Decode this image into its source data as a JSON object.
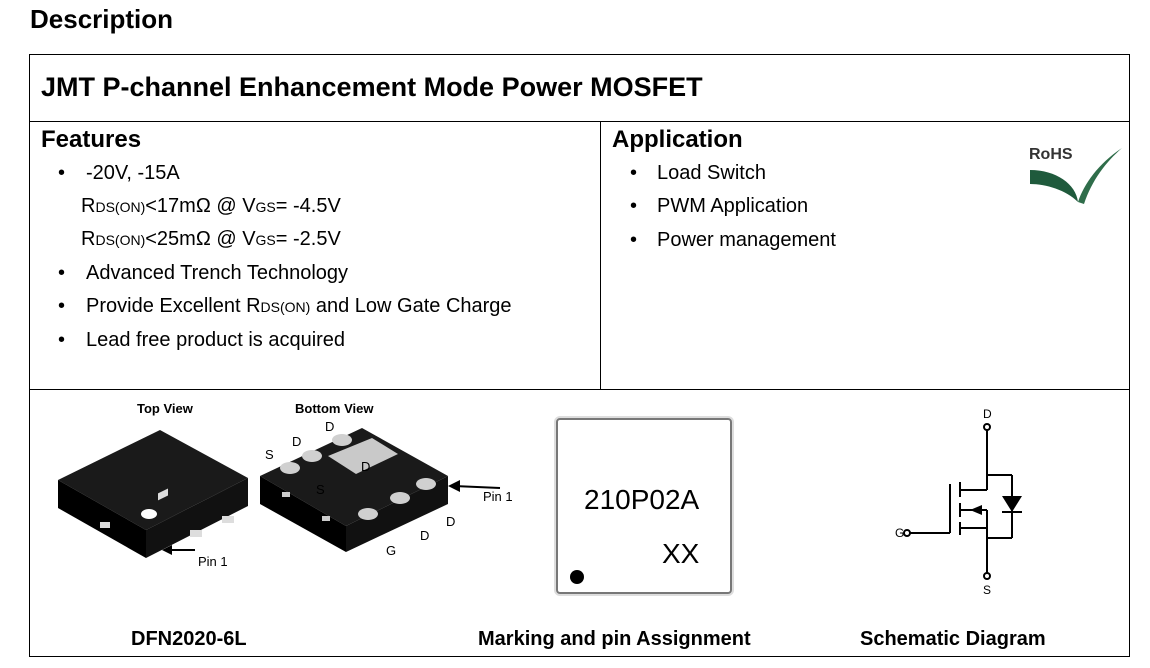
{
  "heading": "Description",
  "title": "JMT P-channel Enhancement Mode Power MOSFET",
  "features": {
    "title": "Features",
    "ratings": "-20V, -15A",
    "rds1": {
      "r": "R",
      "sub_ds": "DS(ON)",
      "mid": "<17mΩ @ V",
      "sub_gs": "GS",
      "val": "= -4.5V"
    },
    "rds2": {
      "r": "R",
      "sub_ds": "DS(ON)",
      "mid": "<25mΩ @ V",
      "sub_gs": "GS",
      "val": "= -2.5V"
    },
    "item2": "Advanced Trench Technology",
    "item3": {
      "pre": "Provide Excellent R",
      "sub": "DS(ON)",
      "post": " and Low Gate Charge"
    },
    "item4": "Lead free product is acquired"
  },
  "application": {
    "title": "Application",
    "items": [
      "Load Switch",
      "PWM Application",
      "Power management"
    ],
    "rohs": "RoHS"
  },
  "package": {
    "top_view": "Top View",
    "bottom_view": "Bottom View",
    "pin1": "Pin 1",
    "pins": {
      "s": "S",
      "d": "D",
      "g": "G"
    },
    "caption": "DFN2020-6L"
  },
  "marking": {
    "code": "210P02A",
    "lot": "XX",
    "caption": "Marking and pin Assignment"
  },
  "schematic": {
    "d": "D",
    "g": "G",
    "s": "S",
    "caption": "Schematic Diagram"
  }
}
